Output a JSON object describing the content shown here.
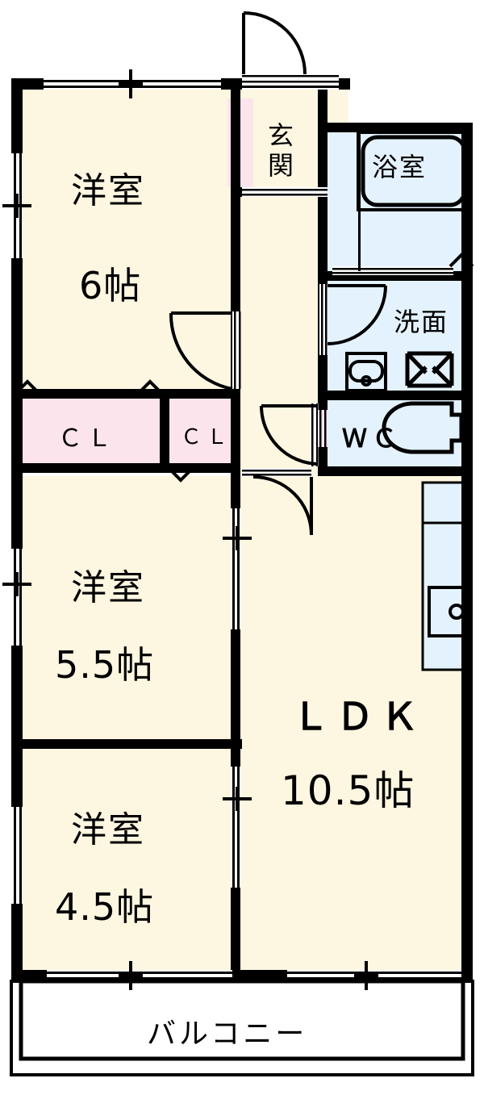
{
  "floorplan": {
    "type": "japanese-apartment-floor-plan",
    "layout_code": "3LDK",
    "colors": {
      "room_floor": "#fdf6e0",
      "wet_area": "#e3f2fd",
      "closet": "#fce4ec",
      "wall": "#000000",
      "balcony": "#ffffff"
    },
    "rooms": [
      {
        "id": "washitsu-6",
        "name": "洋室",
        "size": "6帖",
        "fill": "room_floor"
      },
      {
        "id": "washitsu-5_5",
        "name": "洋室",
        "size": "5.5帖",
        "fill": "room_floor"
      },
      {
        "id": "washitsu-4_5",
        "name": "洋室",
        "size": "4.5帖",
        "fill": "room_floor"
      },
      {
        "id": "ldk",
        "name": "ＬＤＫ",
        "size": "10.5帖",
        "fill": "room_floor"
      }
    ],
    "service_rooms": [
      {
        "id": "genkan",
        "name_line1": "玄",
        "name_line2": "関",
        "fill": "room_floor"
      },
      {
        "id": "yokushitsu",
        "name": "浴室",
        "fill": "wet_area"
      },
      {
        "id": "senmen",
        "name": "洗面",
        "fill": "wet_area"
      },
      {
        "id": "wc",
        "name": "ＷＣ",
        "fill": "wet_area"
      }
    ],
    "closets": [
      {
        "id": "closet-1",
        "name": "ＣＬ"
      },
      {
        "id": "closet-2",
        "name": "ＣＬ"
      },
      {
        "id": "shoe-closet",
        "name": ""
      }
    ],
    "balcony": {
      "id": "balcony",
      "name": "バルコニー"
    },
    "fixtures": [
      {
        "id": "bathtub",
        "label": "bathtub-icon"
      },
      {
        "id": "washbasin",
        "label": "washbasin-icon"
      },
      {
        "id": "washer-space",
        "label": "washing-machine-icon"
      },
      {
        "id": "toilet",
        "label": "toilet-icon"
      },
      {
        "id": "kitchen-sink",
        "label": "kitchen-sink-icon"
      },
      {
        "id": "kitchen-counter",
        "label": "kitchen-counter-icon"
      }
    ],
    "openings": [
      {
        "id": "entrance-door",
        "type": "swing-door"
      },
      {
        "id": "genkan-door",
        "type": "sliding-door"
      },
      {
        "id": "bedroom6-door",
        "type": "swing-door"
      },
      {
        "id": "hall-door",
        "type": "swing-door"
      },
      {
        "id": "senmen-door",
        "type": "swing-door"
      },
      {
        "id": "ldk-door",
        "type": "swing-door"
      },
      {
        "id": "north-window",
        "type": "window"
      },
      {
        "id": "west-window-1",
        "type": "window"
      },
      {
        "id": "west-window-2",
        "type": "window"
      },
      {
        "id": "south-window-1",
        "type": "window"
      },
      {
        "id": "south-window-2",
        "type": "window"
      },
      {
        "id": "ldk-sliding-1",
        "type": "sliding-door"
      },
      {
        "id": "ldk-sliding-2",
        "type": "sliding-door"
      }
    ]
  }
}
